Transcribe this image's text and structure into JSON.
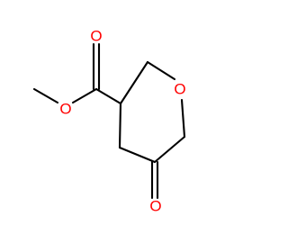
{
  "molecule": {
    "atoms": [
      {
        "id": "carbonyl_o_ester",
        "label": "O"
      },
      {
        "id": "ester_o",
        "label": "O"
      },
      {
        "id": "ring_o",
        "label": "O"
      },
      {
        "id": "ketone_o",
        "label": "O"
      }
    ]
  },
  "colors": {
    "bond": "#000000",
    "oxygen": "#ff0000"
  }
}
